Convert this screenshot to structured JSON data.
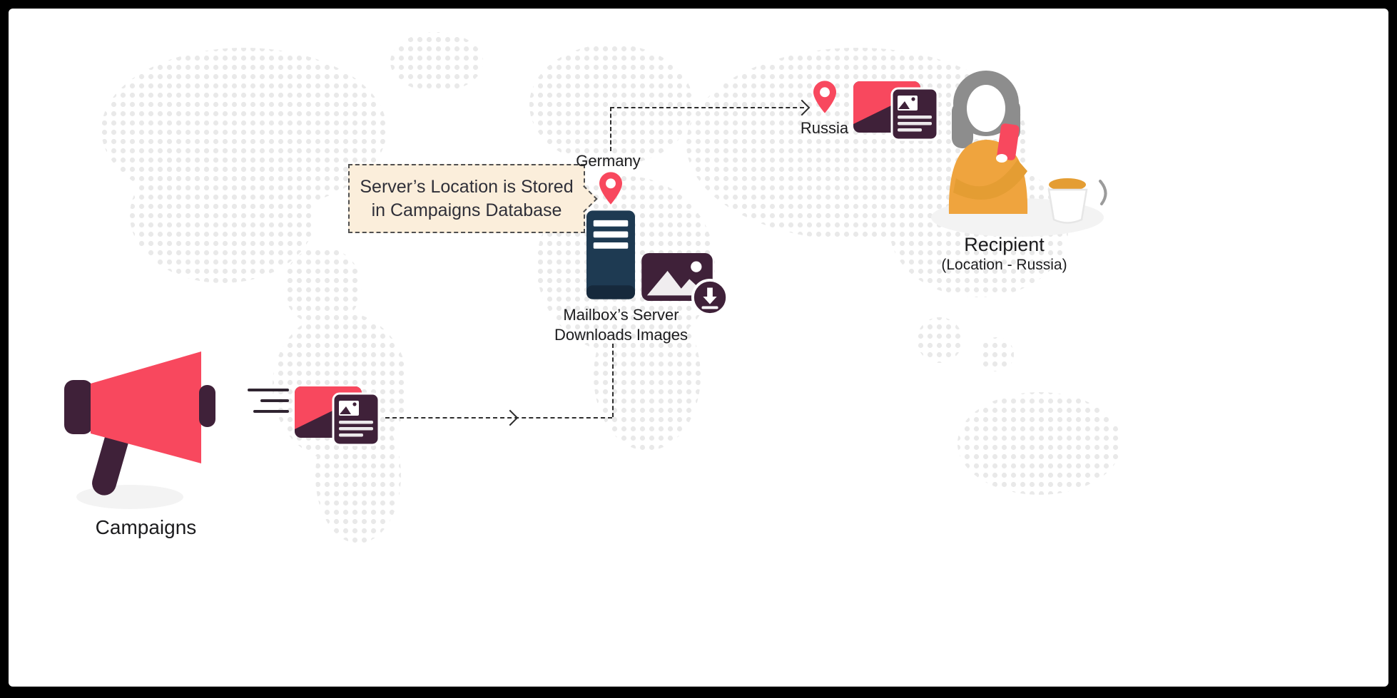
{
  "colors": {
    "accent_red": "#F8485E",
    "plum": "#3F2139",
    "navy": "#1E3A52",
    "callout_bg": "#FBEEDB",
    "callout_border": "#4f4f4f",
    "orange": "#EFA43E",
    "line_dark": "#2d2d2d",
    "map_dot": "#e9e9e9",
    "text_dark": "#1c1c1e"
  },
  "labels": {
    "campaigns": "Campaigns",
    "callout_line1": "Server’s Location is Stored",
    "callout_line2": "in Campaigns Database",
    "server_location": "Germany",
    "server_caption_line1": "Mailbox’s Server",
    "server_caption_line2": "Downloads Images",
    "destination_location": "Russia",
    "recipient_title": "Recipient",
    "recipient_subtitle": "(Location - Russia)"
  },
  "icons": {
    "megaphone": "megaphone-icon",
    "email": "envelope-with-letter-icon",
    "server": "server-tower-icon",
    "location_pin": "map-pin-icon",
    "images": "photo-icon",
    "download": "download-badge-icon",
    "recipient": "woman-with-phone-icon",
    "coffee": "coffee-cup-icon"
  }
}
